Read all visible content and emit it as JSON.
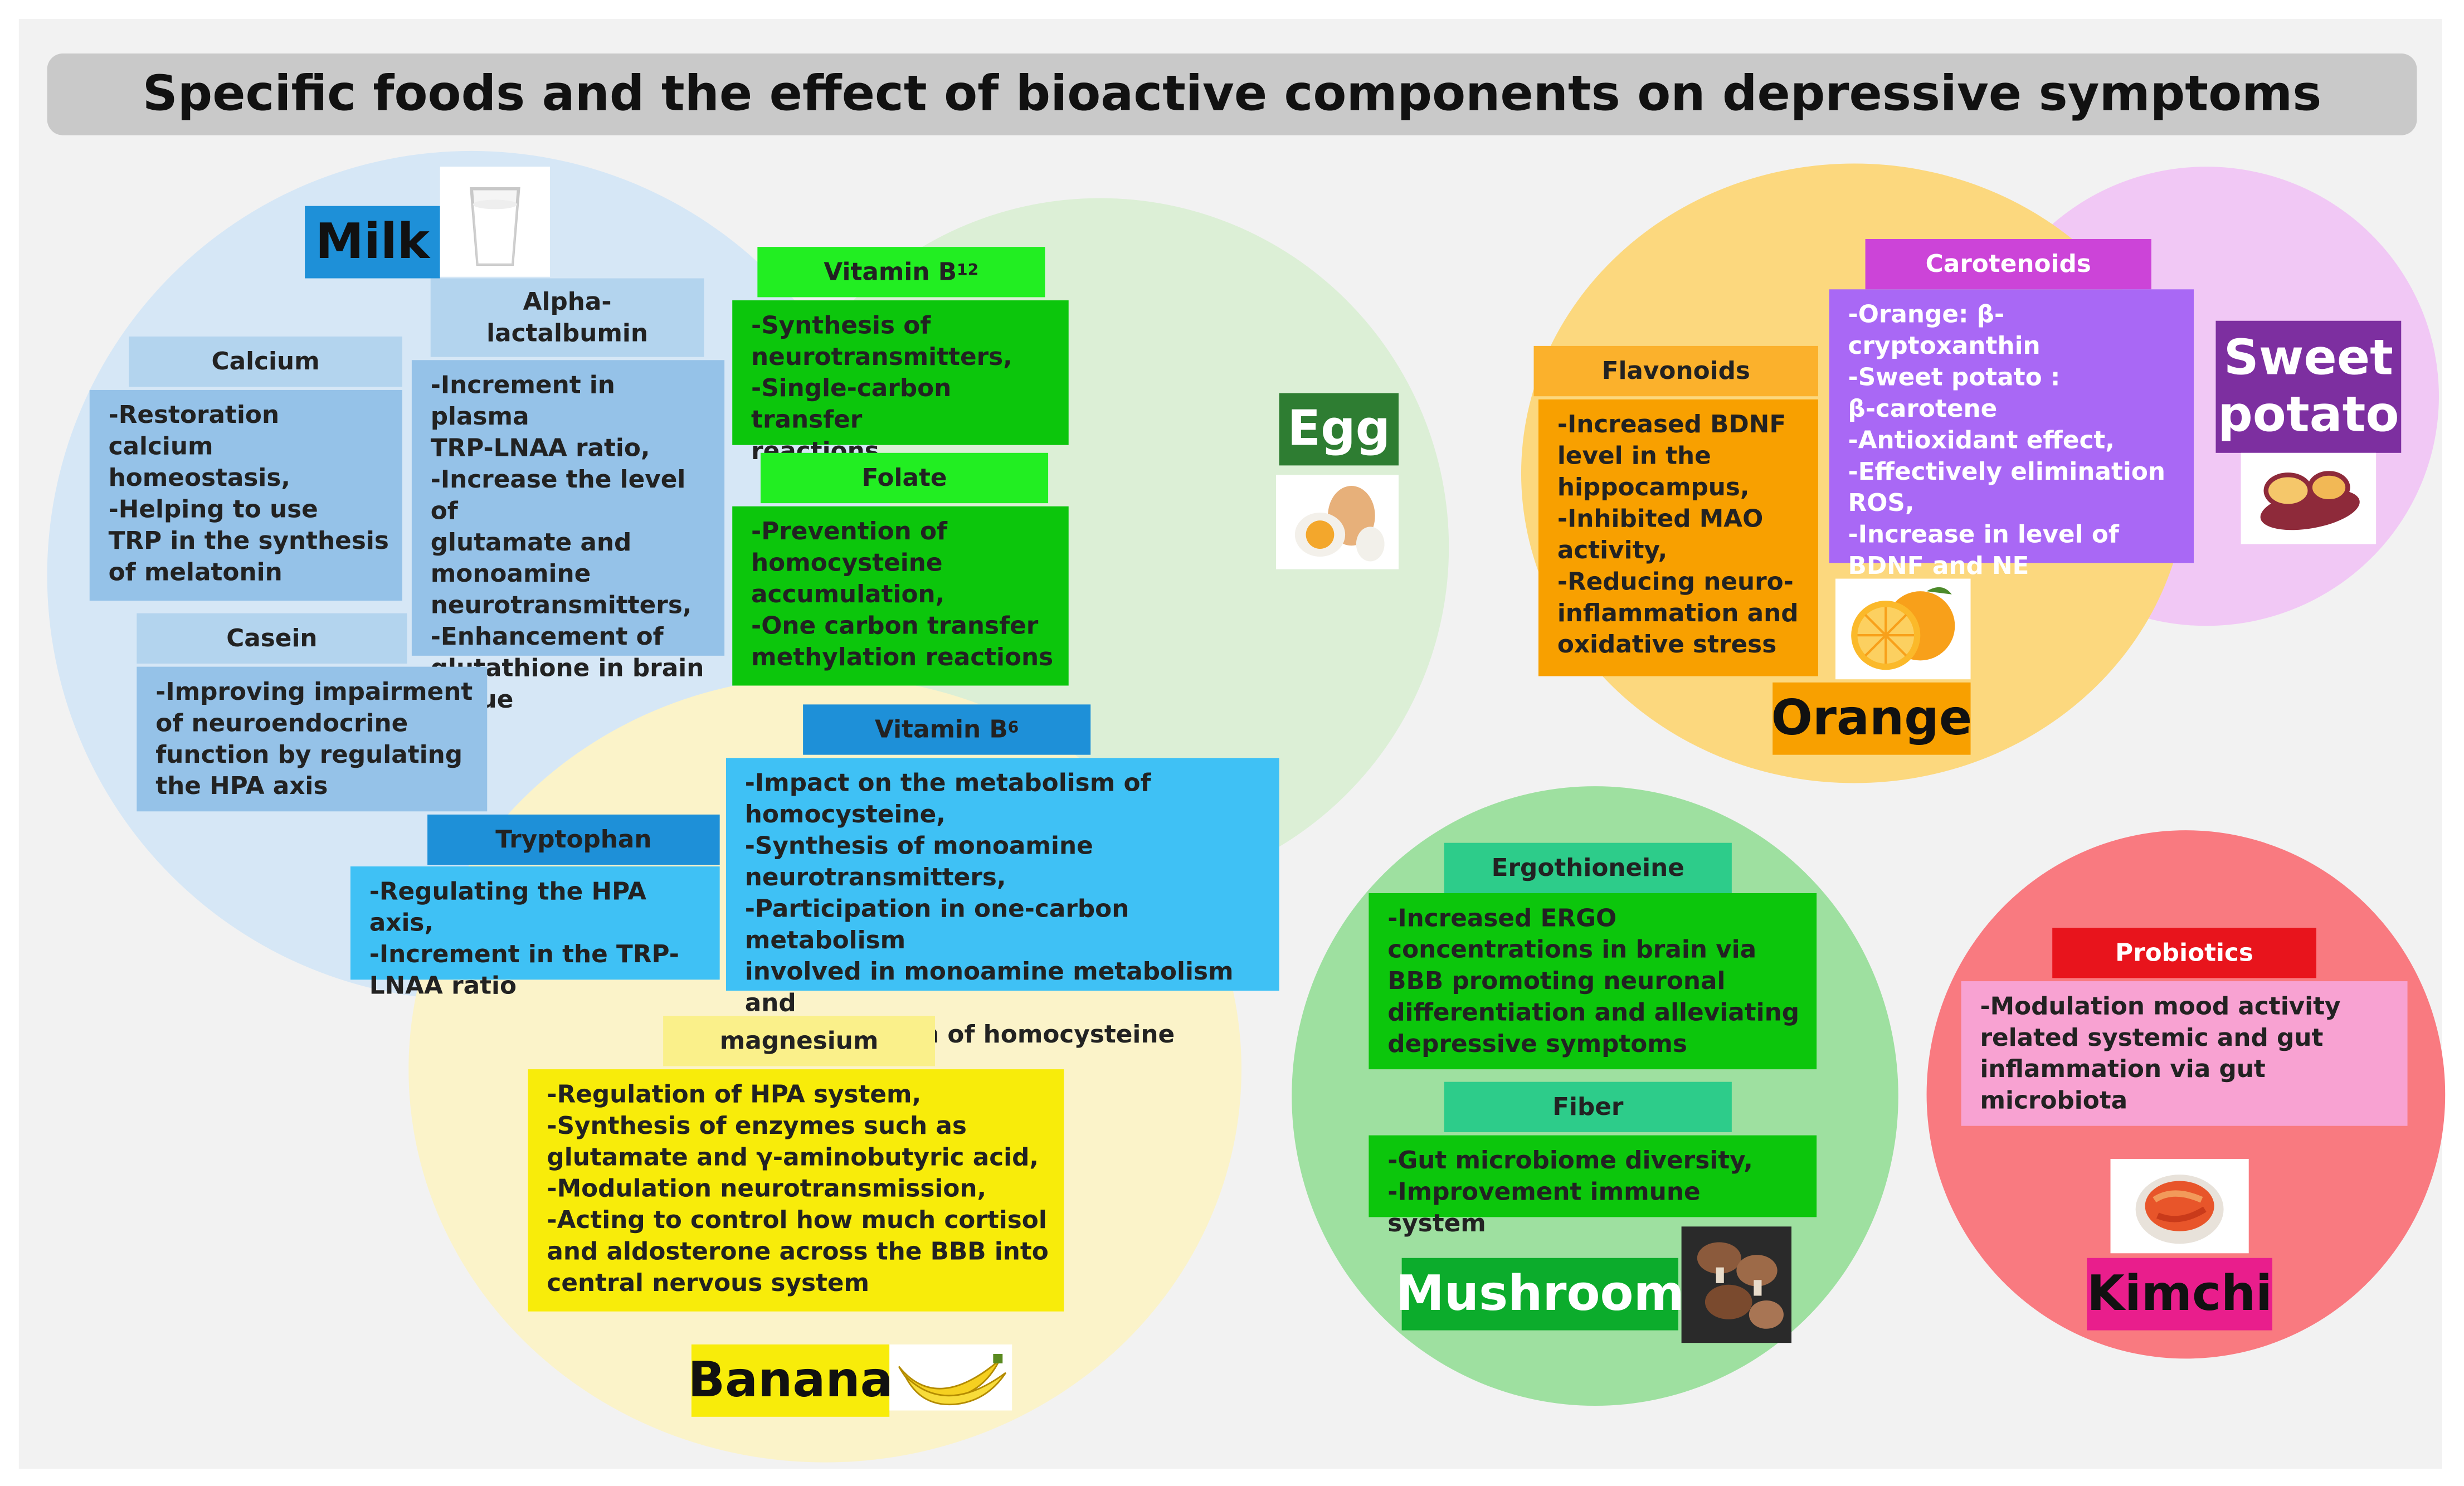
{
  "title": "Specific foods and the effect of bioactive components on depressive symptoms",
  "foods": {
    "milk": {
      "label": "Milk",
      "components": {
        "calcium": {
          "name": "Calcium",
          "effects": "-Restoration\n calcium\n homeostasis,\n-Helping to use\n TRP in the synthesis\n of melatonin"
        },
        "alpha": {
          "name": "Alpha-\nlactalbumin",
          "effects": "-Increment in plasma\n TRP-LNAA ratio,\n-Increase  the level of\n glutamate and\n monoamine\n neurotransmitters,\n-Enhancement of\n glutathione in brain\n tissue"
        },
        "casein": {
          "name": "Casein",
          "effects": "-Improving impairment\n of neuroendocrine\n function by regulating\n the HPA axis"
        },
        "tryptophan": {
          "name": "Tryptophan",
          "effects": "-Regulating the HPA axis,\n-Increment in the TRP-\n LNAA ratio"
        }
      }
    },
    "egg": {
      "label": "Egg",
      "components": {
        "b12": {
          "name": "Vitamin B",
          "sub": "12",
          "effects": "-Synthesis of\n neurotransmitters,\n-Single-carbon transfer\n reactions"
        },
        "folate": {
          "name": "Folate",
          "effects": "-Prevention of\n homocysteine\n accumulation,\n-One carbon transfer\n methylation reactions"
        },
        "b6": {
          "name": "Vitamin B",
          "sub": "6",
          "effects": "-Impact on the metabolism of\n homocysteine,\n-Synthesis of monoamine\n neurotransmitters,\n-Participation in one-carbon metabolism\n involved in monoamine metabolism and\n remethylation of homocysteine"
        }
      }
    },
    "banana": {
      "label": "Banana",
      "components": {
        "magnesium": {
          "name": "magnesium",
          "effects": "-Regulation of HPA system,\n-Synthesis of enzymes such as\n glutamate and γ-aminobutyric acid,\n-Modulation neurotransmission,\n-Acting to control how much cortisol\n and aldosterone across the BBB into\n central nervous system"
        }
      }
    },
    "orange": {
      "label": "Orange",
      "components": {
        "flavonoids": {
          "name": "Flavonoids",
          "effects": "-Increased BDNF\n level in the\n hippocampus,\n-Inhibited MAO\n activity,\n-Reducing neuro-\n inflammation and\n oxidative stress"
        }
      }
    },
    "sweet_potato": {
      "label": "Sweet\npotato",
      "components": {
        "carotenoids": {
          "name": "Carotenoids",
          "effects": "-Orange: β-cryptoxanthin\n-Sweet potato :\n β-carotene\n-Antioxidant effect,\n-Effectively elimination\n ROS,\n-Increase in level of\n BDNF and NE"
        }
      }
    },
    "mushroom": {
      "label": "Mushroom",
      "components": {
        "ergothioneine": {
          "name": "Ergothioneine",
          "effects": "-Increased ERGO\n concentrations in brain via\n BBB promoting neuronal\n differentiation and alleviating\n depressive symptoms"
        },
        "fiber": {
          "name": "Fiber",
          "effects": "-Gut microbiome diversity,\n-Improvement immune system"
        }
      }
    },
    "kimchi": {
      "label": "Kimchi",
      "components": {
        "probiotics": {
          "name": "Probiotics",
          "effects": "-Modulation mood activity\n related systemic and gut\n inflammation via gut\n microbiota"
        }
      }
    }
  },
  "colors": {
    "milk_circle": "#d6e7f6",
    "egg_circle": "#dcefd6",
    "banana_circle": "#fbf3c9",
    "orange_circle": "#fcd87e",
    "sweet_potato_circle": "#f1c8f5",
    "mushroom_circle": "#9ee0a0",
    "kimchi_circle": "#f97a80"
  },
  "icons": [
    "milk-glass-image",
    "eggs-image",
    "banana-image",
    "orange-image",
    "sweet-potato-image",
    "mushroom-image",
    "kimchi-image"
  ]
}
